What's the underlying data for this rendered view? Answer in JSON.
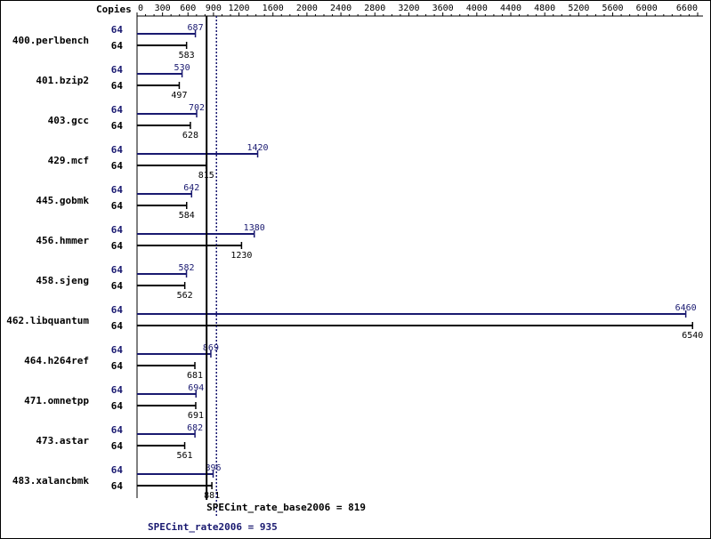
{
  "chart_data": {
    "type": "bar",
    "orientation": "horizontal",
    "axis_header": "Copies",
    "xlim": [
      0,
      6600
    ],
    "x_ticks": [
      0,
      300,
      600,
      900,
      1200,
      1600,
      2000,
      2400,
      2800,
      3200,
      3600,
      4000,
      4400,
      4800,
      5200,
      5600,
      6000,
      6600
    ],
    "x_tick_labels": [
      "0",
      "300",
      "600",
      "900",
      "1200",
      "1600",
      "2000",
      "2400",
      "2800",
      "3200",
      "3600",
      "4000",
      "4400",
      "4800",
      "5200",
      "5600",
      "6000",
      "6600"
    ],
    "categories": [
      "400.perlbench",
      "401.bzip2",
      "403.gcc",
      "429.mcf",
      "445.gobmk",
      "456.hmmer",
      "458.sjeng",
      "462.libquantum",
      "464.h264ref",
      "471.omnetpp",
      "473.astar",
      "483.xalancbmk"
    ],
    "series": [
      {
        "key": "peak",
        "color": "#191970",
        "copies": [
          "64",
          "64",
          "64",
          "64",
          "64",
          "64",
          "64",
          "64",
          "64",
          "64",
          "64",
          "64"
        ],
        "values": [
          687,
          530,
          702,
          1420,
          642,
          1380,
          582,
          6460,
          869,
          694,
          682,
          896
        ],
        "labels": [
          "687",
          "530",
          "702",
          "1420",
          "642",
          "1380",
          "582",
          "6460",
          "869",
          "694",
          "682",
          "896"
        ]
      },
      {
        "key": "base",
        "color": "#000000",
        "copies": [
          "64",
          "64",
          "64",
          "64",
          "64",
          "64",
          "64",
          "64",
          "64",
          "64",
          "64",
          "64"
        ],
        "values": [
          583,
          497,
          628,
          815,
          584,
          1230,
          562,
          6540,
          681,
          691,
          561,
          881
        ],
        "labels": [
          "583",
          "497",
          "628",
          "815",
          "584",
          "1230",
          "562",
          "6540",
          "681",
          "691",
          "561",
          "881"
        ]
      }
    ],
    "reference_lines": [
      {
        "key": "base",
        "value": 819,
        "label": "SPECint_rate_base2006 = 819",
        "color": "#000000",
        "style": "solid"
      },
      {
        "key": "peak",
        "value": 935,
        "label": "SPECint_rate2006 = 935",
        "color": "#191970",
        "style": "dotted"
      }
    ]
  }
}
